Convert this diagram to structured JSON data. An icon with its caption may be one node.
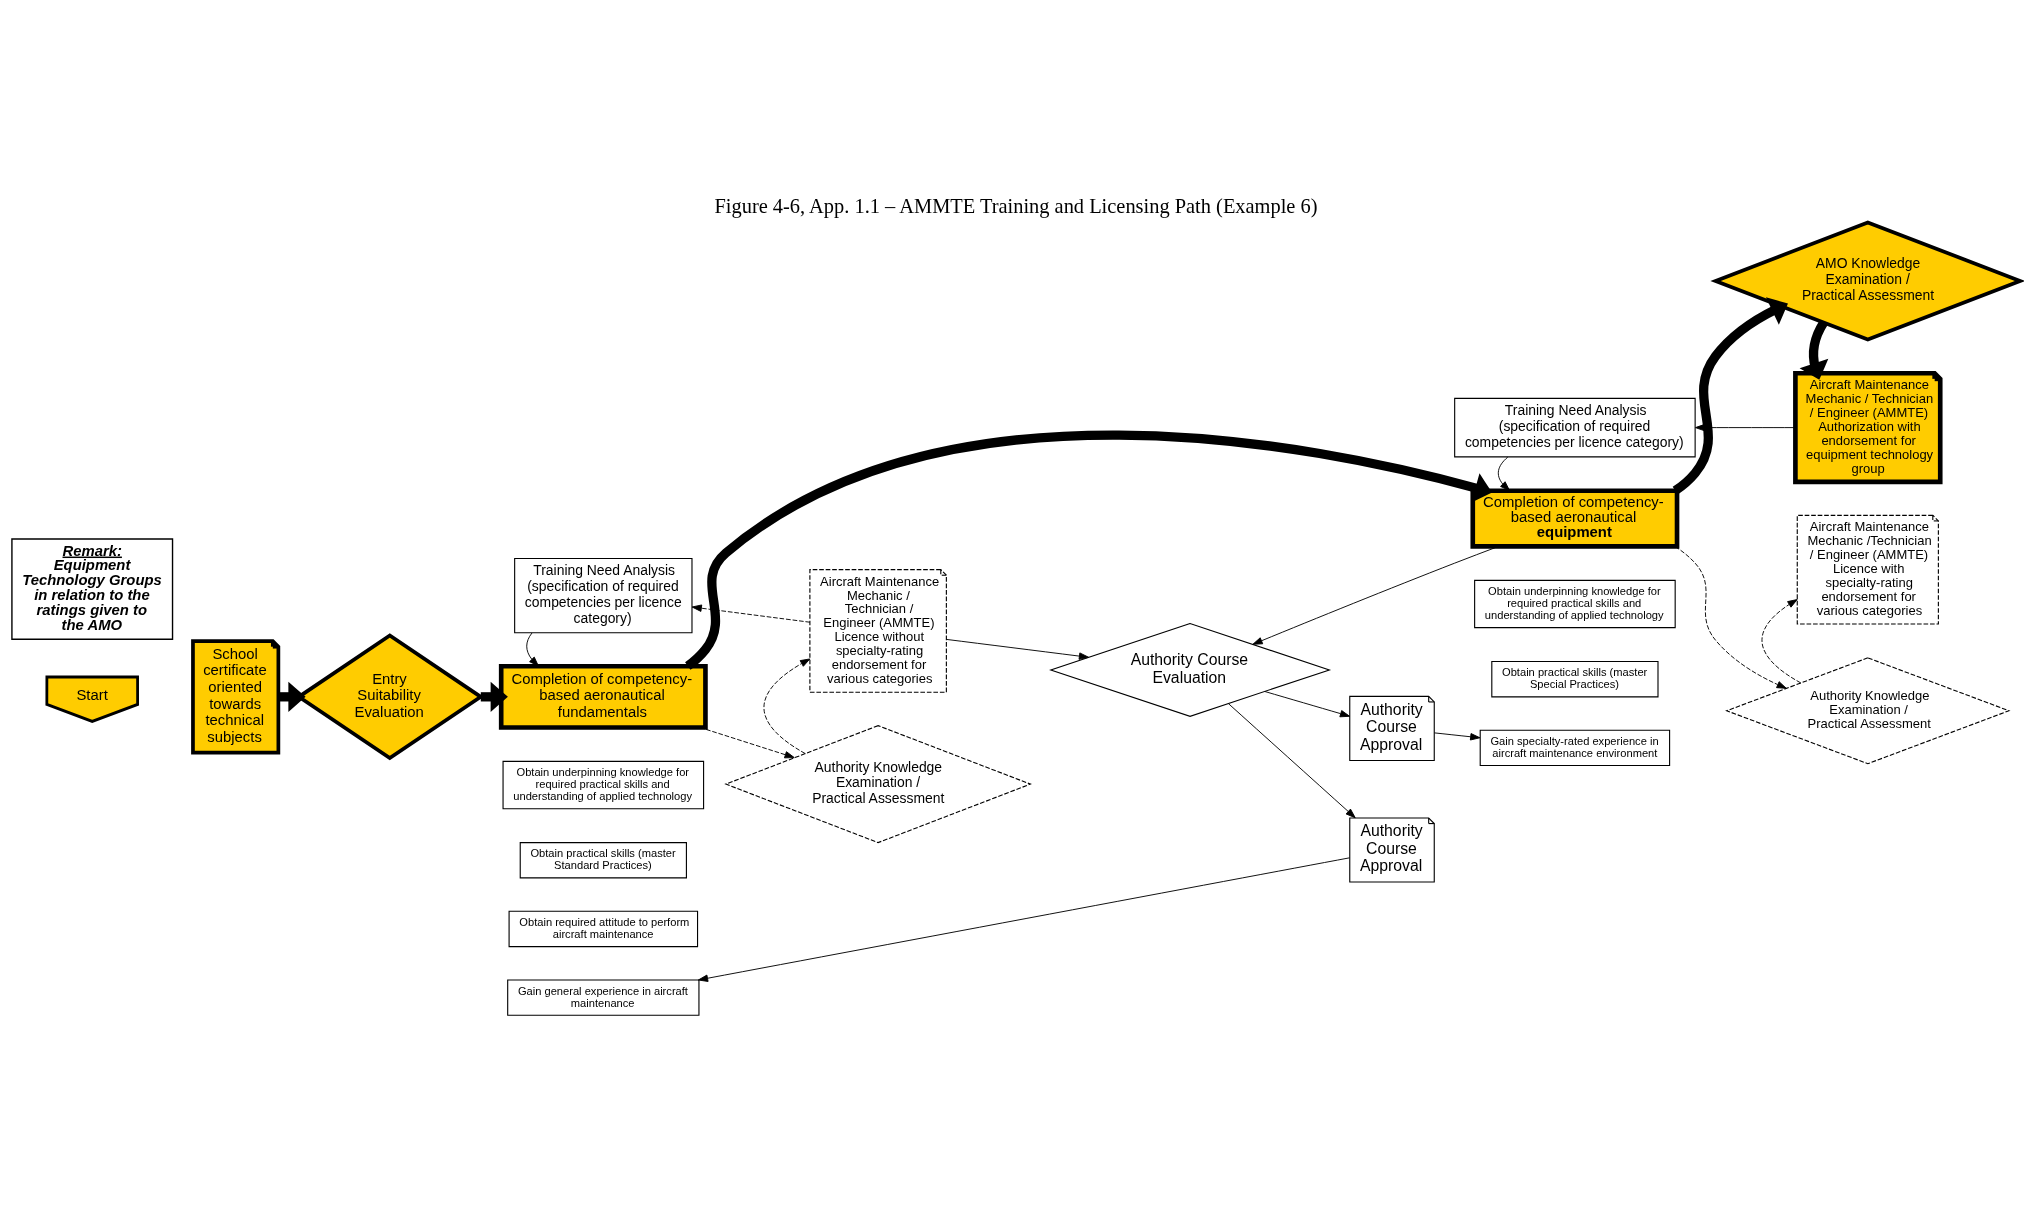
{
  "diagram": {
    "title": "Figure 4-6, App. 1.1 – AMMTE Training and Licensing Path (Example 6)",
    "nodes": [
      {
        "text": [
          "Start"
        ]
      },
      {
        "text": [
          "School certificate oriented towards technical subjects"
        ]
      },
      {
        "text": [
          "Entry Suitability Evaluation"
        ]
      },
      {
        "text": [
          "Training Need Analysis (specification of required competencies per licence category)"
        ]
      },
      {
        "text": [
          "Completion of competency-based aeronautical fundamentals"
        ]
      },
      {
        "text": [
          "Obtain underpinning knowledge for required practical skills and understanding of applied technology"
        ]
      },
      {
        "text": [
          "Obtain practical skills (master Standard Practices)"
        ]
      },
      {
        "text": [
          "Obtain required attitude to perform aircraft maintenance"
        ]
      },
      {
        "text": [
          "Gain general experience in aircraft maintenance"
        ]
      },
      {
        "text": [
          "Aircraft Maintenance Mechanic / Technician / Engineer (AMMTE) Licence without specialty-rating endorsement for various categories"
        ]
      },
      {
        "text": [
          "Authority Knowledge Examination / Practical Assessment"
        ]
      },
      {
        "text": [
          "Authority Course Approval"
        ]
      },
      {
        "text": [
          "Authority Course Evaluation"
        ]
      },
      {
        "text": [
          "Training Need Analysis (specification of required competencies per licence category)"
        ]
      },
      {
        "text": [
          "Completion of competency-based aeronautical **equipment**"
        ]
      },
      {
        "text": [
          "Obtain underpinning knowledge for required practical skills and understanding of applied technology"
        ]
      },
      {
        "text": [
          "Obtain practical skills (master Special Practices)"
        ]
      },
      {
        "text": [
          "Gain specialty-rated experience in aircraft maintenance environment"
        ]
      },
      {
        "text": [
          "Authority Course Approval"
        ]
      },
      {
        "text": [
          "Aircraft Maintenance Mechanic /Technician / Engineer (AMMTE) Licence with specialty-rating endorsement for various categories"
        ]
      },
      {
        "text": [
          "Authority Knowledge Examination / Practical Assessment"
        ]
      },
      {
        "text": [
          "AMO Knowledge Examination / Practical Assessment"
        ]
      },
      {
        "text": [
          "Aircraft Maintenance Mechanic / Technician / Engineer (AMMTE) Authorization with endorsement for equipment technology group"
        ]
      },
      {
        "text": [
          "Remark:",
          "Equipment Technology Groups in relation to the ratings given to the AMO"
        ]
      }
    ],
    "edges": [
      {
        "from": 1,
        "to": 2,
        "arrow": "to",
        "style": "thick"
      },
      {
        "from": 2,
        "to": 4,
        "arrow": "to",
        "style": "thick"
      },
      {
        "from": 3,
        "to": 4,
        "arrow": "to"
      },
      {
        "from": 4,
        "to": 10,
        "arrow": "to",
        "style": "dashed"
      },
      {
        "from": 10,
        "to": 9,
        "arrow": "to",
        "style": "dashed"
      },
      {
        "from": 9,
        "to": 3,
        "arrow": "to",
        "style": "dashed"
      },
      {
        "from": 9,
        "to": 12,
        "arrow": "to"
      },
      {
        "from": 4,
        "to": 14,
        "arrow": "to",
        "style": "thick"
      },
      {
        "from": 12,
        "to": 11,
        "arrow": "to"
      },
      {
        "from": 12,
        "to": 18,
        "arrow": "to"
      },
      {
        "from": 11,
        "to": 8,
        "arrow": "to"
      },
      {
        "from": 18,
        "to": 17,
        "arrow": "to"
      },
      {
        "from": 13,
        "to": 14,
        "arrow": "to"
      },
      {
        "from": 14,
        "to": 20,
        "arrow": "to",
        "style": "dashed"
      },
      {
        "from": 20,
        "to": 19,
        "arrow": "to",
        "style": "dashed"
      },
      {
        "from": 14,
        "to": 21,
        "arrow": "to",
        "style": "thick"
      },
      {
        "from": 14,
        "to": 12,
        "arrow": "to"
      },
      {
        "from": 21,
        "to": 22,
        "arrow": "to",
        "style": "thick"
      },
      {
        "from": 22,
        "to": 13,
        "arrow": "to"
      }
    ]
  }
}
